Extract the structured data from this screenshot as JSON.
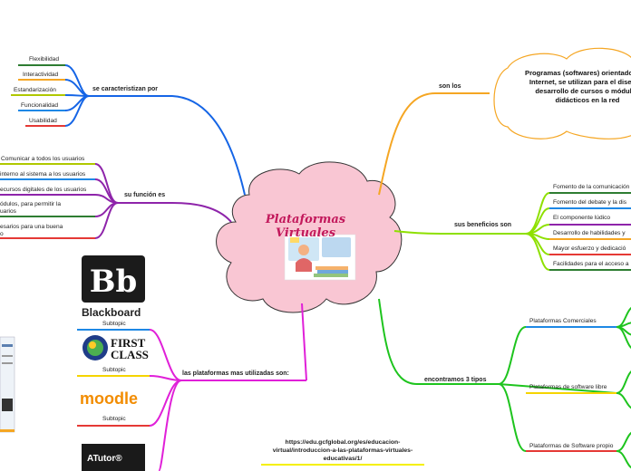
{
  "center": {
    "title": "Plataformas Virtuales"
  },
  "branches": {
    "caracterizan": {
      "label": "se caracteristizan por",
      "items": [
        "Flexibilidad",
        "Interactividad",
        "Estandarización",
        "Funcionalidad",
        "Usabilidad"
      ]
    },
    "funcion": {
      "label": "su función es",
      "items": [
        "Comunicar a todos los usuarios",
        "interno al sistema a los usuarios",
        "ecursos digitales de los usuarios",
        "ódulos, para permitir la",
        "uarios",
        "esarios para una buena",
        "o"
      ]
    },
    "utilizadas": {
      "label": "las plataformas mas utilizadas son:",
      "subtopics": [
        "Subtopic",
        "Subtopic",
        "Subtopic"
      ],
      "logos": [
        "Blackboard",
        "FIRST",
        "CLASS",
        "moodle",
        "ATutor®"
      ]
    },
    "son_los": {
      "label": "son los",
      "text": "Programas (softwares) orientados a la Internet, se utilizan para el diseño y desarrollo de cursos o módulos didácticos en la red"
    },
    "beneficios": {
      "label": "sus beneficios son",
      "items": [
        "Fomento de la comunicación",
        "Fomento del debate y la dis",
        "El componente lúdico",
        "Desarrollo de habilidades y",
        "Mayor esfuerzo y dedicació",
        "Facilidades para el acceso a"
      ]
    },
    "tipos": {
      "label": "encontramos 3 tipos",
      "items": [
        "Plataformas Comerciales",
        "Plataformas de software libre",
        "Plataformas de Software propio"
      ]
    }
  },
  "url": "https://edu.gcfglobal.org/es/educacion-virtual/introduccion-a-las-plataformas-virtuales-educativas/1/",
  "colors": {
    "blue": "#1565e6",
    "purple": "#8e24aa",
    "magenta": "#e020d8",
    "orange": "#f5a623",
    "lime": "#8ee000",
    "green": "#1ec41e",
    "cloud": "#f9c6d3",
    "title": "#c2185b"
  }
}
